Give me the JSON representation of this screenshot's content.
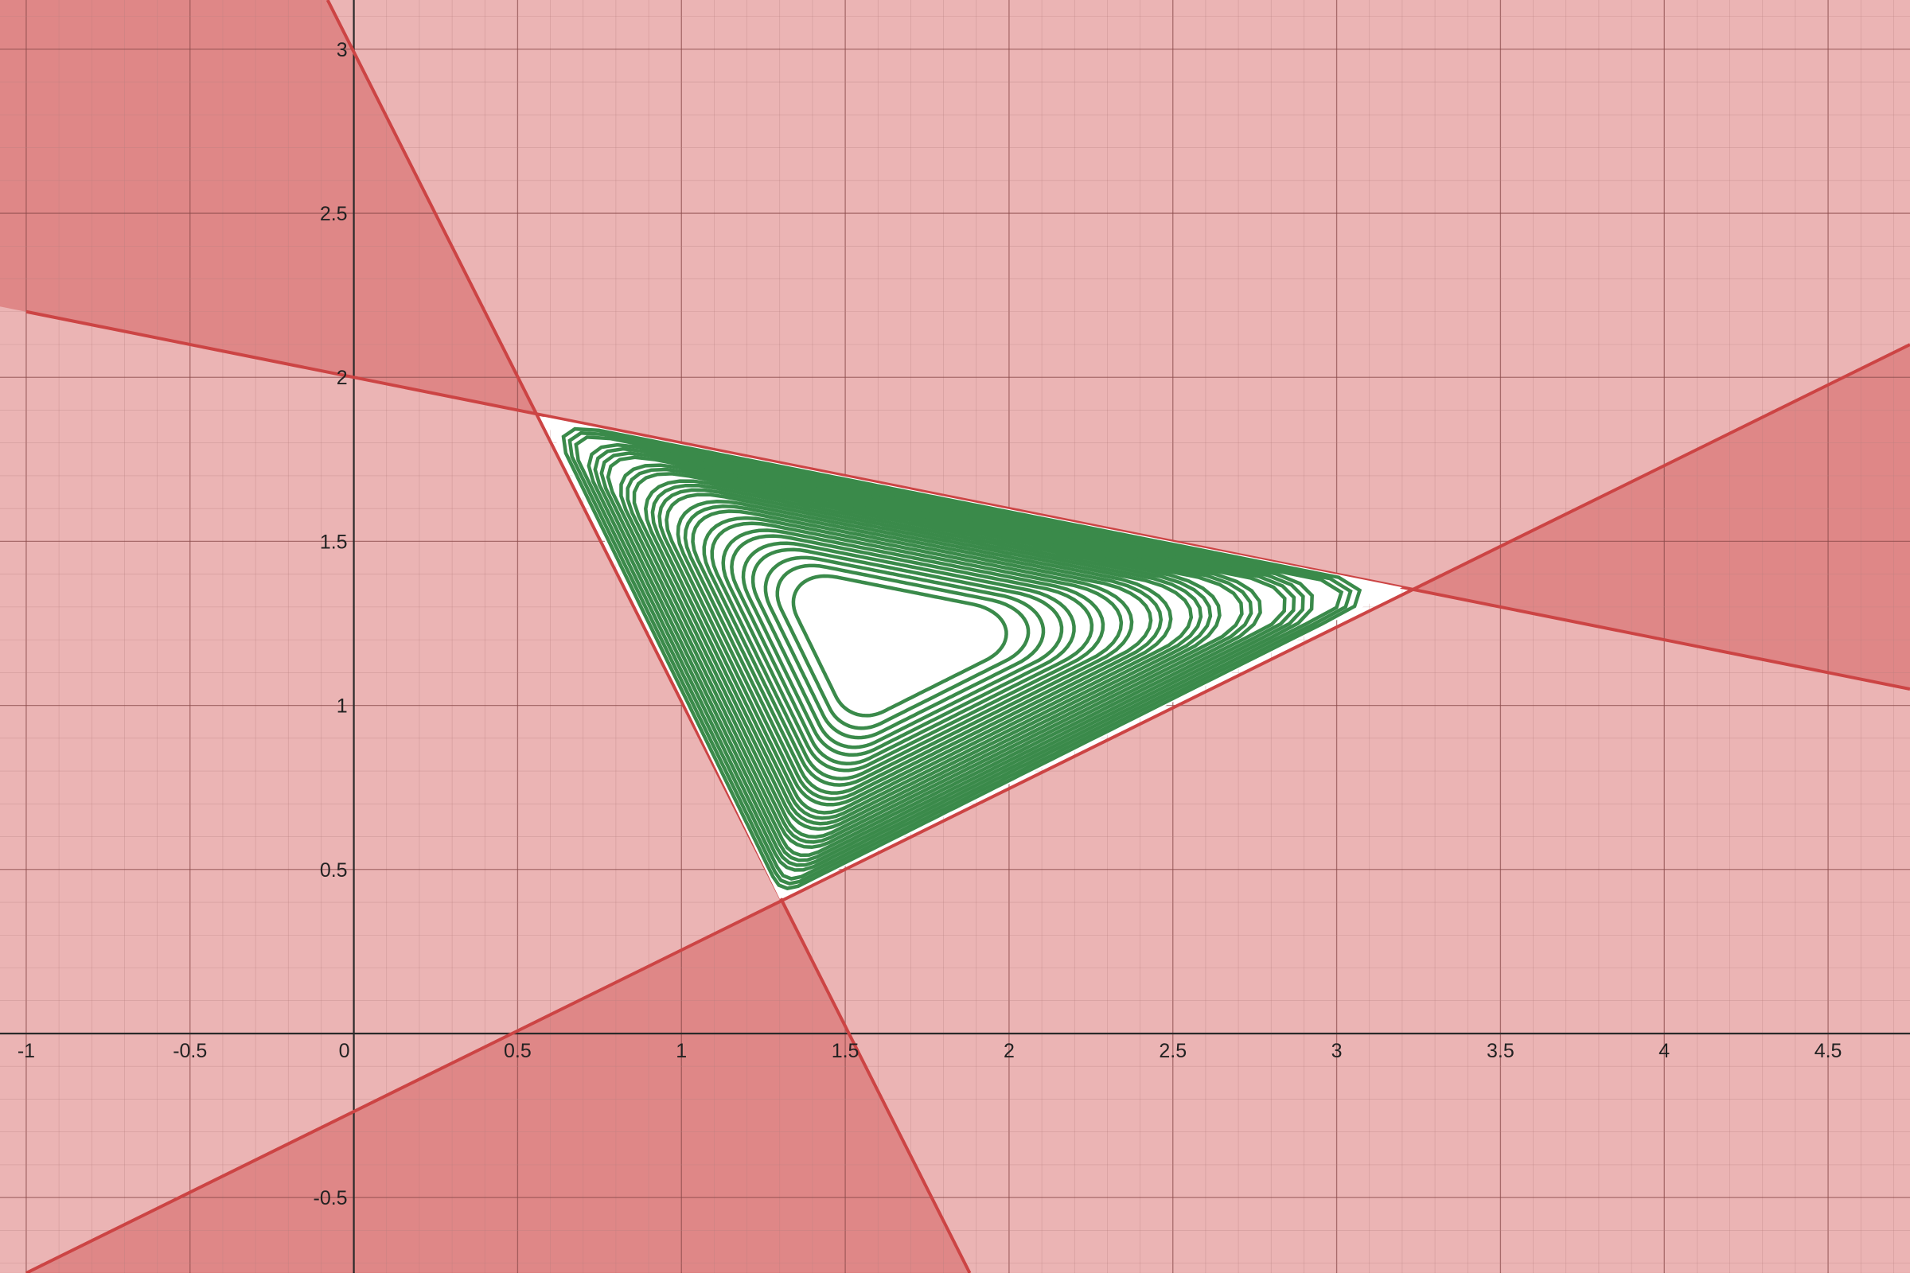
{
  "chart_data": {
    "type": "line",
    "title": "",
    "xlabel": "",
    "ylabel": "",
    "xlim": [
      -1.08,
      4.75
    ],
    "ylim": [
      -0.73,
      3.15
    ],
    "grid": true,
    "legend": "none",
    "x_ticks": [
      {
        "value": -1,
        "label": "-1"
      },
      {
        "value": -0.5,
        "label": "-0.5"
      },
      {
        "value": 0,
        "label": "0"
      },
      {
        "value": 0.5,
        "label": "0.5"
      },
      {
        "value": 1,
        "label": "1"
      },
      {
        "value": 1.5,
        "label": "1.5"
      },
      {
        "value": 2,
        "label": "2"
      },
      {
        "value": 2.5,
        "label": "2.5"
      },
      {
        "value": 3,
        "label": "3"
      },
      {
        "value": 3.5,
        "label": "3.5"
      },
      {
        "value": 4,
        "label": "4"
      },
      {
        "value": 4.5,
        "label": "4.5"
      }
    ],
    "y_ticks": [
      {
        "value": -0.5,
        "label": "-0.5"
      },
      {
        "value": 0.5,
        "label": "0.5"
      },
      {
        "value": 1,
        "label": "1"
      },
      {
        "value": 1.5,
        "label": "1.5"
      },
      {
        "value": 2,
        "label": "2"
      },
      {
        "value": 2.5,
        "label": "2.5"
      },
      {
        "value": 3,
        "label": "3"
      }
    ],
    "lines": [
      {
        "points": [
          [
            -1.0,
            2.2
          ],
          [
            4.75,
            1.05
          ]
        ],
        "note_color": "#cc4444"
      },
      {
        "points": [
          [
            -0.08,
            3.15
          ],
          [
            1.88,
            -0.73
          ]
        ],
        "note_color": "#cc4444"
      },
      {
        "points": [
          [
            -1.0,
            -0.73
          ],
          [
            4.75,
            2.1
          ]
        ],
        "note_color": "#cc4444"
      }
    ],
    "triangle_vertices": [
      [
        0.58,
        1.88
      ],
      [
        1.3,
        0.41
      ],
      [
        3.2,
        1.36
      ]
    ],
    "contour_center": [
      1.63,
      1.2
    ],
    "contour_levels": 26,
    "colors": {
      "region_fill": "#e8b2b2",
      "overlap_fill": "#dd8585",
      "boundary_line": "#cc4444",
      "contour": "#3a8a4a",
      "feasible_region": "#ffffff",
      "axis": "#2a2a2a"
    }
  }
}
